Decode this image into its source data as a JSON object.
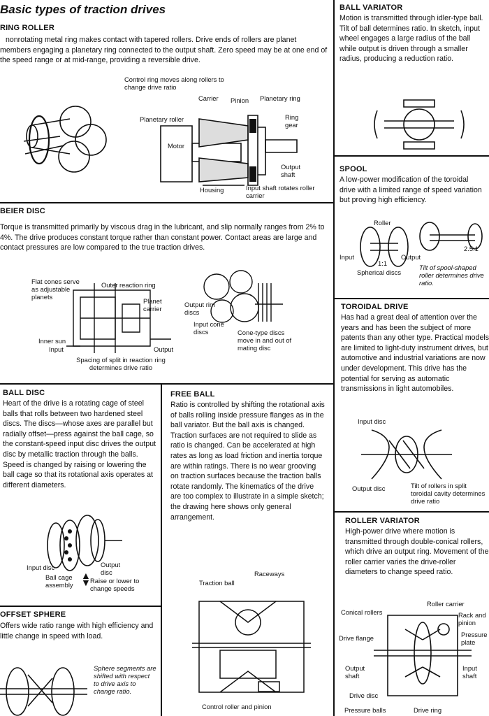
{
  "page_title": "Basic types of traction drives",
  "sections": {
    "ring_roller": {
      "heading": "RING ROLLER",
      "body": "nonrotating metal ring makes contact with tapered rollers. Drive ends of rollers are planet members engaging a planetary ring connected to the output shaft. Zero speed may be at one end of the speed range or at mid-range, providing a reversible drive.",
      "labels": {
        "control_ring": "Control ring moves along rollers to change drive ratio",
        "carrier": "Carrier",
        "pinion": "Pinion",
        "planetary_ring": "Planetary ring",
        "planetary_roller": "Planetary roller",
        "ring_gear": "Ring gear",
        "motor": "Motor",
        "output_shaft": "Output shaft",
        "housing": "Housing",
        "input_shaft": "Input shaft rotates roller carrier"
      }
    },
    "beier_disc": {
      "heading": "BEIER DISC",
      "body": "Torque is transmitted primarily by viscous drag in the lubricant, and slip normally ranges from 2% to 4%. The drive produces constant torque rather than constant power. Contact areas are large and contact pressures are low compared to the true traction drives.",
      "labels": {
        "flat_cones": "Flat cones serve as adjustable planets",
        "outer_ring": "Outer reaction ring",
        "planet_carrier": "Planet carrier",
        "inner_sun": "Inner sun",
        "input": "Input",
        "output": "Output",
        "spacing": "Spacing of split in reaction ring determines drive ratio",
        "output_rim": "Output rim discs",
        "input_cone": "Input cone discs",
        "cone_type": "Cone-type discs move in and out of mating disc"
      }
    },
    "ball_disc": {
      "heading": "BALL DISC",
      "body": "Heart of the drive is a rotating cage of steel balls that rolls between two hardened steel discs. The discs—whose axes are parallel but radially offset—press against the ball cage, so the constant-speed input disc drives the output disc by metallic traction through the balls. Speed is changed by raising or lowering the ball cage so that its rotational axis operates at different diameters.",
      "labels": {
        "input_disc": "Input disc",
        "output_disc": "Output disc",
        "ball_cage": "Ball cage assembly",
        "raise_lower": "Raise or lower to change speeds"
      }
    },
    "free_ball": {
      "heading": "FREE BALL",
      "body": "Ratio is controlled by shifting the rotational axis of balls rolling inside pressure flanges as in the ball variator. But the ball axis is changed. Traction surfaces are not required to slide as ratio is changed. Can be accelerated at high rates as long as load friction and inertia torque are within ratings. There is no wear grooving on traction surfaces because the traction balls rotate randomly. The kinematics of the drive are too complex to illustrate in a simple sketch; the drawing here shows only general arrangement.",
      "labels": {
        "traction_ball": "Traction ball",
        "raceways": "Raceways",
        "control_roller": "Control roller and pinion"
      }
    },
    "offset_sphere": {
      "heading": "OFFSET SPHERE",
      "body": "Offers wide ratio range with high efficiency and little change in speed with load.",
      "labels": {
        "sphere_segments": "Sphere segments are shifted with respect to drive axis to change ratio."
      }
    },
    "ball_variator": {
      "heading": "BALL VARIATOR",
      "body": "Motion is transmitted through idler-type ball. Tilt of ball determines ratio. In sketch, input wheel engages a large radius of the ball while output is driven through a smaller radius, producing a reduction ratio."
    },
    "spool": {
      "heading": "SPOOL",
      "body": "A low-power modification of the toroidal drive with a limited range of speed variation but proving high efficiency.",
      "labels": {
        "roller": "Roller",
        "input": "Input",
        "output": "Output",
        "ratio_1": "1:1",
        "ratio_2": "2.5:1",
        "spherical": "Spherical discs",
        "tilt": "Tilt of spool-shaped roller determines drive ratio."
      }
    },
    "toroidal_drive": {
      "heading": "TOROIDAL DRIVE",
      "body": "Has had a great deal of attention over the years and has been the subject of more patents than any other type. Practical models are limited to light-duty instrument drives, but automotive and industrial variations are now under development. This drive has the potential for serving as automatic transmissions in light automobiles.",
      "labels": {
        "input_disc": "Input disc",
        "output_disc": "Output disc",
        "tilt_rollers": "Tilt of rollers in split toroidal cavity determines drive ratio"
      }
    },
    "roller_variator": {
      "heading": "ROLLER VARIATOR",
      "body": "High-power drive where motion is transmitted through double-conical rollers, which drive an output ring. Movement of the roller carrier varies the drive-roller diameters to change speed ratio.",
      "labels": {
        "roller_carrier": "Roller carrier",
        "conical_rollers": "Conical rollers",
        "rack_pinion": "Rack and pinion",
        "drive_flange": "Drive flange",
        "pressure_plate": "Pressure plate",
        "output_shaft": "Output shaft",
        "input_shaft": "Input shaft",
        "drive_disc": "Drive disc",
        "pressure_balls": "Pressure balls",
        "drive_ring": "Drive ring"
      }
    }
  }
}
